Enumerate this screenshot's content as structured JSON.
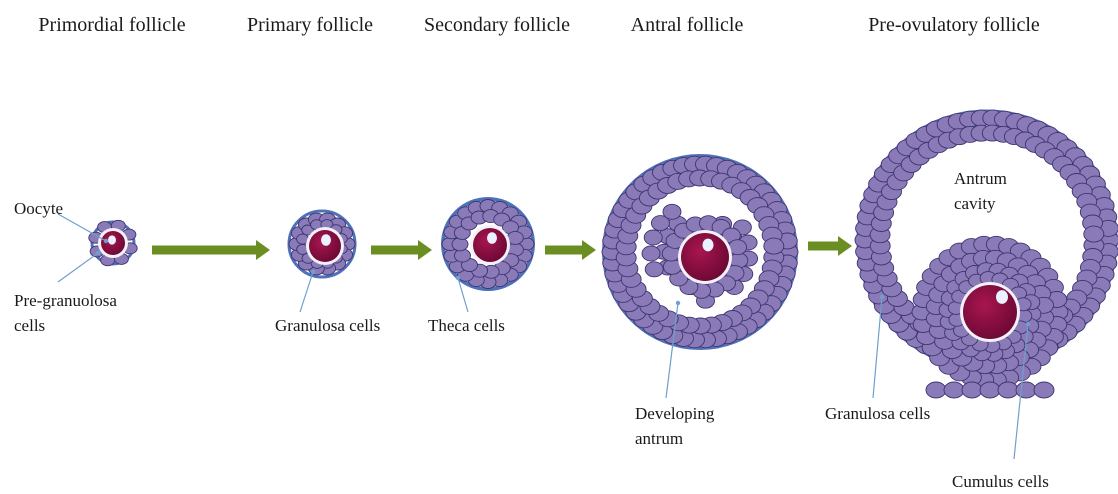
{
  "stages": [
    {
      "key": "primordial",
      "title": "Primordial follicle"
    },
    {
      "key": "primary",
      "title": "Primary follicle"
    },
    {
      "key": "secondary",
      "title": "Secondary follicle"
    },
    {
      "key": "antral",
      "title": "Antral follicle"
    },
    {
      "key": "preovulatory",
      "title": "Pre-ovulatory follicle"
    }
  ],
  "annotations": {
    "oocyte": "Oocyte",
    "pre_granulosa": [
      "Pre-granuolosa",
      "cells"
    ],
    "granulosa_primary": "Granulosa cells",
    "theca": "Theca cells",
    "developing_antrum": [
      "Developing",
      "antrum"
    ],
    "antrum_cavity": [
      "Antrum",
      "cavity"
    ],
    "granulosa_preov": "Granulosa cells",
    "cumulus": "Cumulus cells"
  },
  "colors": {
    "cell_fill": "#8a7bb8",
    "cell_stroke": "#3e3470",
    "theca_rim": "#4f71b8",
    "oocyte": "#8e0f45",
    "oocyte_ring": "#f3f0f7",
    "nucleus": "#eaf1ff",
    "arrow": "#6b8e23",
    "pointer": "#6f9fd0"
  }
}
